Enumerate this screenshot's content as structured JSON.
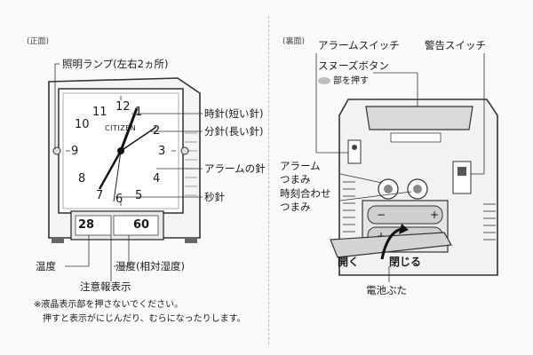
{
  "front": {
    "section_label": "(正面)",
    "brand": "CITIZEN",
    "dial_numbers": [
      "12",
      "1",
      "2",
      "3",
      "4",
      "5",
      "6",
      "7",
      "8",
      "9",
      "10",
      "11"
    ],
    "lcd_temp": "28",
    "lcd_humid": "60",
    "labels": {
      "light": "照明ランプ(左右2ヵ所)",
      "hour_hand": "時針(短い針)",
      "minute_hand": "分針(長い針)",
      "alarm_hand": "アラームの針",
      "second_hand": "秒針",
      "temperature": "温度",
      "humidity": "湿度(相対湿度)",
      "caution": "注意報表示"
    },
    "notes": [
      "※液晶表示部を押さないでください。",
      "押すと表示がにじんだり、むらになったりします。"
    ]
  },
  "back": {
    "section_label": "(裏面)",
    "labels": {
      "alarm_switch": "アラームスイッチ",
      "warning_switch": "警告スイッチ",
      "snooze_button": "スヌーズボタン",
      "snooze_sub": "部を押す",
      "alarm_knob_1": "アラーム",
      "alarm_knob_2": "つまみ",
      "time_knob_1": "時刻合わせ",
      "time_knob_2": "つまみ",
      "open": "開く",
      "close": "閉じる",
      "battery_cover": "電池ぶた"
    }
  }
}
